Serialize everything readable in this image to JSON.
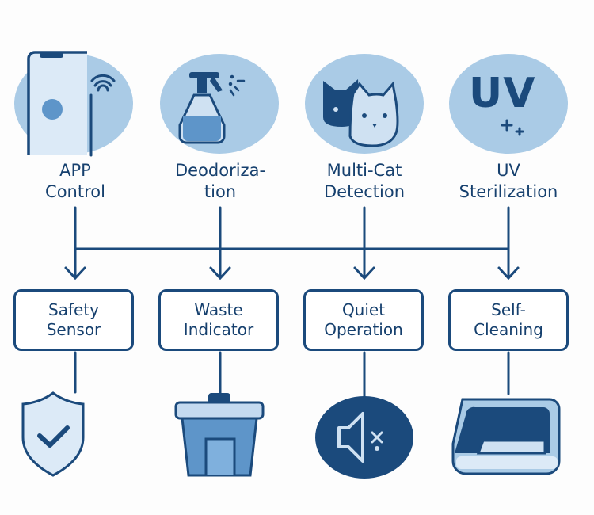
{
  "features": [
    {
      "label_line1": "APP",
      "label_line2": "Control",
      "icon": "smartphone-wifi-icon"
    },
    {
      "label_line1": "Deodoriza-",
      "label_line2": "tion",
      "icon": "spray-bottle-icon"
    },
    {
      "label_line1": "Multi-Cat",
      "label_line2": "Detection",
      "icon": "two-cats-icon"
    },
    {
      "label_line1": "UV",
      "label_line2": "Sterilization",
      "icon": "uv-icon"
    }
  ],
  "uv_icon_text": "UV",
  "outcomes": [
    {
      "label_line1": "Safety",
      "label_line2": "Sensor",
      "icon": "shield-check-icon"
    },
    {
      "label_line1": "Waste",
      "label_line2": "Indicator",
      "icon": "waste-bin-icon"
    },
    {
      "label_line1": "Quiet",
      "label_line2": "Operation",
      "icon": "speaker-mute-icon"
    },
    {
      "label_line1": "Self-",
      "label_line2": "Cleaning",
      "icon": "litter-box-icon"
    }
  ],
  "colors": {
    "dark": "#1b4a7c",
    "light": "#aacbe6",
    "pale": "#dceaf7",
    "mid": "#5e95c9"
  }
}
